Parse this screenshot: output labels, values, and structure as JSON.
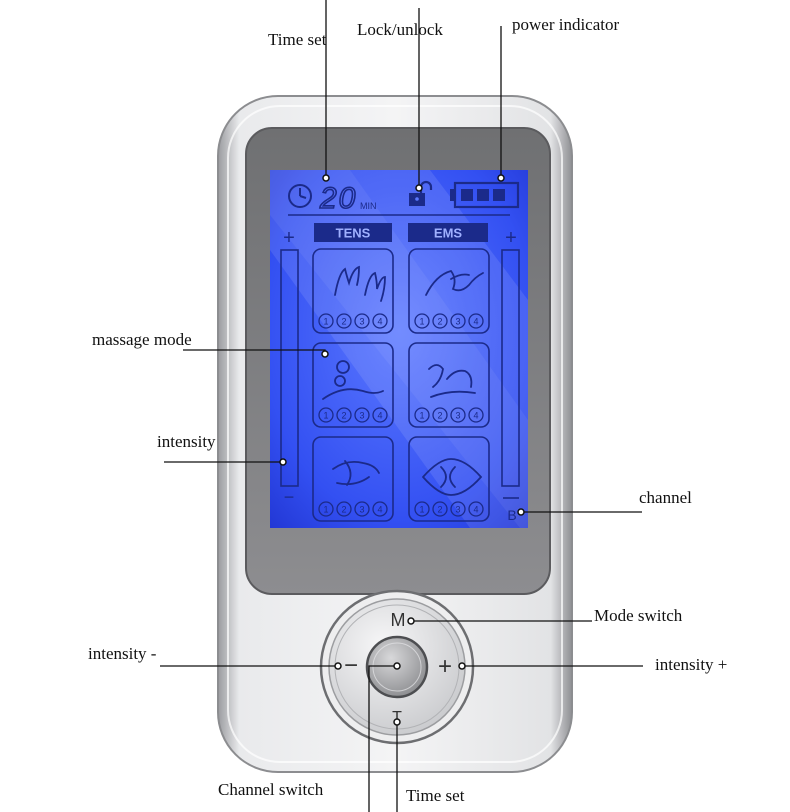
{
  "callouts": {
    "time_set_top": "Time set",
    "lock_unlock": "Lock/unlock",
    "power_indicator": "power indicator",
    "massage_mode": "massage mode",
    "intensity": "intensity",
    "channel": "channel",
    "mode_switch": "Mode switch",
    "intensity_minus": "intensity -",
    "intensity_plus": "intensity +",
    "channel_switch": "Channel switch",
    "time_set_bottom": "Time set"
  },
  "display": {
    "timer_value": "20",
    "timer_unit": "MIN",
    "mode_left": "TENS",
    "mode_right": "EMS",
    "plus_symbol": "+",
    "minus_symbol": "−",
    "channel_letter": "B",
    "battery_bars": 3,
    "program_numbers": [
      "1",
      "2",
      "3",
      "4"
    ]
  },
  "buttons": {
    "mode": "M",
    "minus": "−",
    "plus": "+",
    "time": "T"
  },
  "colors": {
    "lcd_blue": "#3b5cff",
    "lcd_dark": "#1b2a8a",
    "body_silver": "#dcdde0",
    "bezel_gray": "#7f7f82"
  }
}
